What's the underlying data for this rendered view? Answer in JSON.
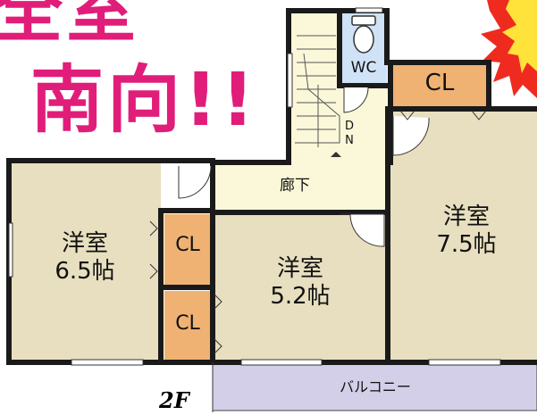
{
  "banner": {
    "line1": "全室",
    "line2": "南向!!"
  },
  "floor_label": "2F",
  "rooms": {
    "western_65": {
      "name": "洋室",
      "size": "6.5帖"
    },
    "western_52": {
      "name": "洋室",
      "size": "5.2帖"
    },
    "western_75": {
      "name": "洋室",
      "size": "7.5帖"
    },
    "corridor": "廊下",
    "toilet": "WC",
    "closet_top": "CL",
    "closet_left_1": "CL",
    "closet_left_2": "CL",
    "balcony": "バルコニー",
    "stairs_d": "D",
    "stairs_n": "N"
  },
  "colors": {
    "banner_pink": "#e11d7a",
    "room_fill": "#e7dfbf",
    "corridor_fill": "#fbf8d9",
    "closet_fill": "#efb273",
    "wc_fill": "#cfe2f6",
    "balcony_fill": "#d4cfe8",
    "starburst_red": "#ef2b1f",
    "starburst_yellow": "#ffe23a",
    "wall": "#1a1a1a"
  }
}
